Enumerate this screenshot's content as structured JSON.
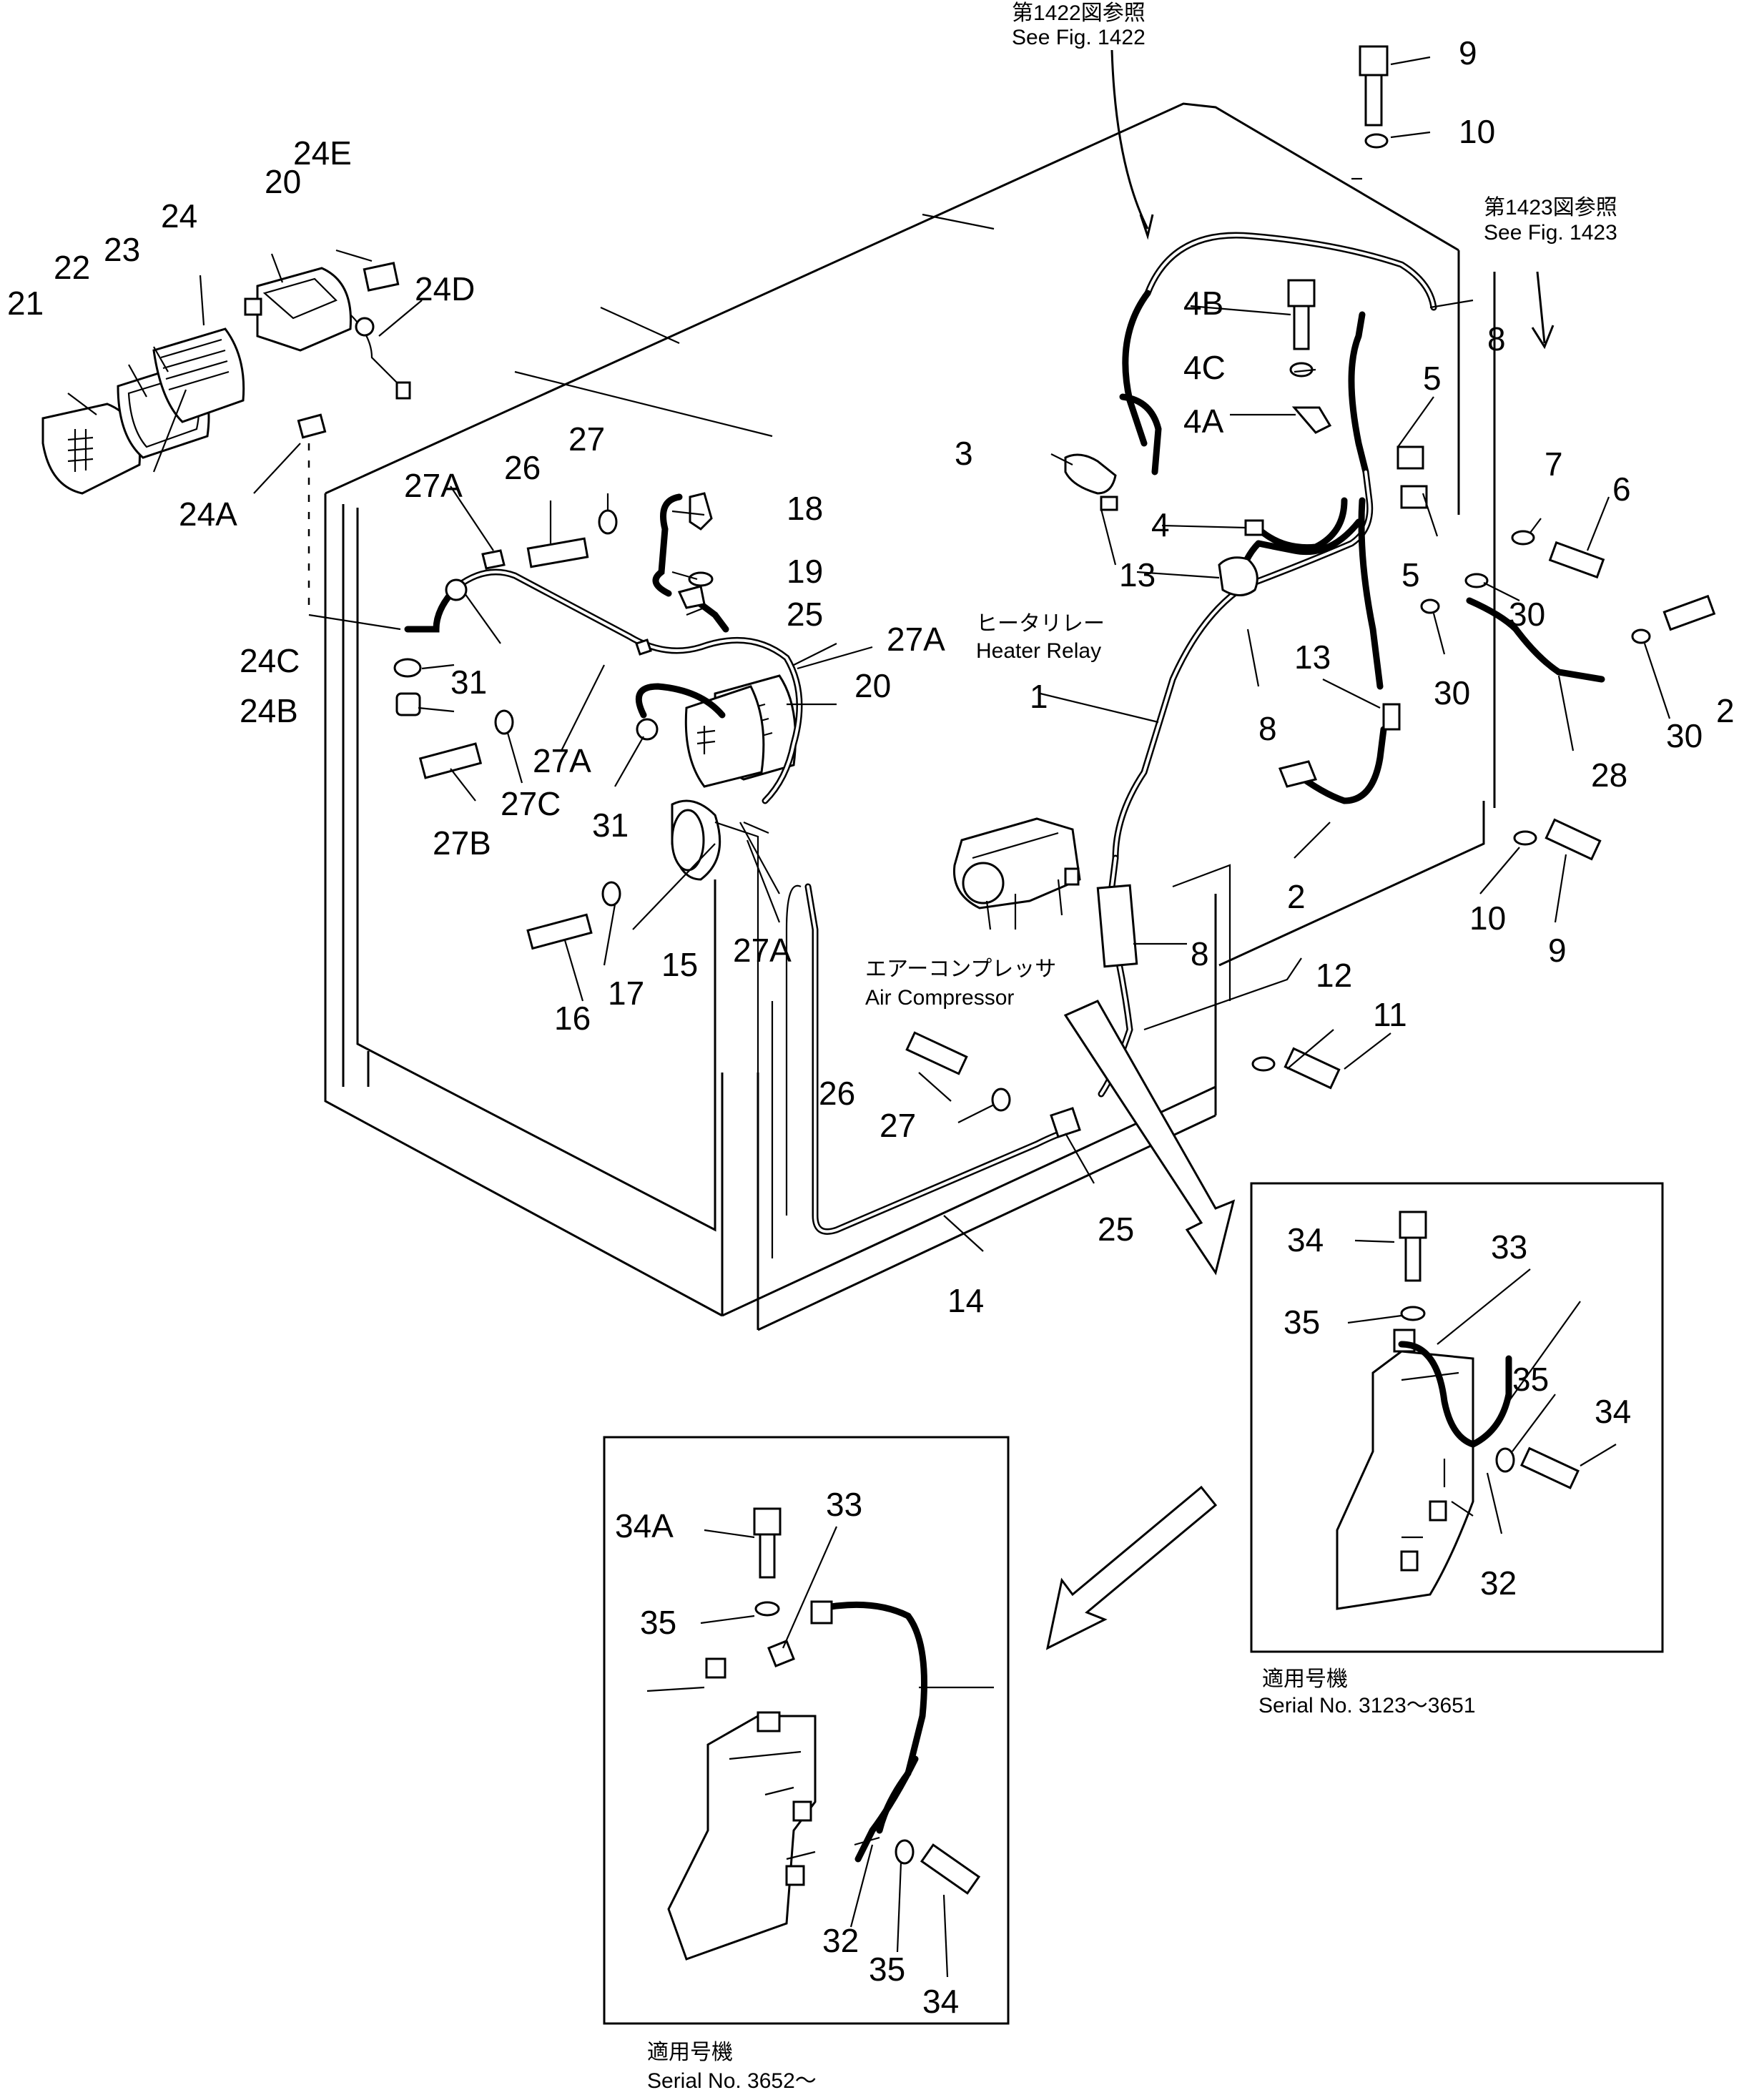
{
  "callouts": [
    {
      "id": "c1",
      "text": "1"
    },
    {
      "id": "c2",
      "text": "2"
    },
    {
      "id": "c3",
      "text": "3"
    },
    {
      "id": "c4",
      "text": "4"
    },
    {
      "id": "c4A",
      "text": "4A"
    },
    {
      "id": "c4B",
      "text": "4B"
    },
    {
      "id": "c4C",
      "text": "4C"
    },
    {
      "id": "c5a",
      "text": "5"
    },
    {
      "id": "c5b",
      "text": "5"
    },
    {
      "id": "c6",
      "text": "6"
    },
    {
      "id": "c7",
      "text": "7"
    },
    {
      "id": "c8a",
      "text": "8"
    },
    {
      "id": "c8b",
      "text": "8"
    },
    {
      "id": "c8c",
      "text": "8"
    },
    {
      "id": "c9a",
      "text": "9"
    },
    {
      "id": "c9b",
      "text": "9"
    },
    {
      "id": "c10a",
      "text": "10"
    },
    {
      "id": "c10b",
      "text": "10"
    },
    {
      "id": "c11",
      "text": "11"
    },
    {
      "id": "c12",
      "text": "12"
    },
    {
      "id": "c13a",
      "text": "13"
    },
    {
      "id": "c13b",
      "text": "13"
    },
    {
      "id": "c14",
      "text": "14"
    },
    {
      "id": "c15",
      "text": "15"
    },
    {
      "id": "c16",
      "text": "16"
    },
    {
      "id": "c17",
      "text": "17"
    },
    {
      "id": "c18",
      "text": "18"
    },
    {
      "id": "c19",
      "text": "19"
    },
    {
      "id": "c20a",
      "text": "20"
    },
    {
      "id": "c20b",
      "text": "20"
    },
    {
      "id": "c21",
      "text": "21"
    },
    {
      "id": "c22",
      "text": "22"
    },
    {
      "id": "c23",
      "text": "23"
    },
    {
      "id": "c24",
      "text": "24"
    },
    {
      "id": "c24A",
      "text": "24A"
    },
    {
      "id": "c24B",
      "text": "24B"
    },
    {
      "id": "c24C",
      "text": "24C"
    },
    {
      "id": "c24D",
      "text": "24D"
    },
    {
      "id": "c24E",
      "text": "24E"
    },
    {
      "id": "c25a",
      "text": "25"
    },
    {
      "id": "c25b",
      "text": "25"
    },
    {
      "id": "c26a",
      "text": "26"
    },
    {
      "id": "c26b",
      "text": "26"
    },
    {
      "id": "c27a",
      "text": "27"
    },
    {
      "id": "c27b",
      "text": "27"
    },
    {
      "id": "c27Aa",
      "text": "27A"
    },
    {
      "id": "c27Ab",
      "text": "27A"
    },
    {
      "id": "c27Ac",
      "text": "27A"
    },
    {
      "id": "c27Ad",
      "text": "27A"
    },
    {
      "id": "c27B",
      "text": "27B"
    },
    {
      "id": "c27C",
      "text": "27C"
    },
    {
      "id": "c28",
      "text": "28"
    },
    {
      "id": "c29",
      "text": "2"
    },
    {
      "id": "c30a",
      "text": "30"
    },
    {
      "id": "c30b",
      "text": "30"
    },
    {
      "id": "c30c",
      "text": "30"
    },
    {
      "id": "c31a",
      "text": "31"
    },
    {
      "id": "c31b",
      "text": "31"
    },
    {
      "id": "c32a",
      "text": "32"
    },
    {
      "id": "c32b",
      "text": "32"
    },
    {
      "id": "c33a",
      "text": "33"
    },
    {
      "id": "c33b",
      "text": "33"
    },
    {
      "id": "c34a",
      "text": "34"
    },
    {
      "id": "c34b",
      "text": "34"
    },
    {
      "id": "c34c",
      "text": "34"
    },
    {
      "id": "c34A",
      "text": "34A"
    },
    {
      "id": "c35a",
      "text": "35"
    },
    {
      "id": "c35b",
      "text": "35"
    },
    {
      "id": "c35c",
      "text": "35"
    },
    {
      "id": "c35d",
      "text": "35"
    }
  ],
  "notes": {
    "fig1422_jp": "第1422図参照",
    "fig1422_en": "See  Fig.  1422",
    "fig1423_jp": "第1423図参照",
    "fig1423_en": "See  Fig.  1423",
    "heater_relay_jp": "ヒータリレー",
    "heater_relay_en": "Heater  Relay",
    "air_compressor_jp": "エアーコンプレッサ",
    "air_compressor_en": "Air  Compressor",
    "serial_a_jp": "適用号機",
    "serial_a_en": "Serial  No.  3123～3651",
    "serial_b_jp": "適用号機",
    "serial_b_en": "Serial  No.  3652～"
  }
}
